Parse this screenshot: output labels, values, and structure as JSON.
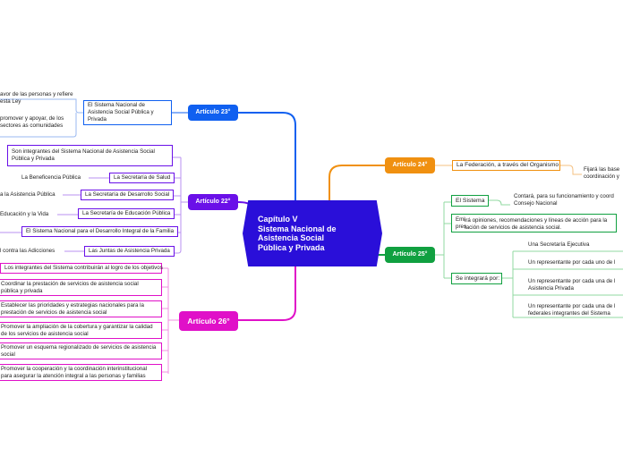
{
  "center": {
    "title": "Capítulo V\nSistema Nacional de\nAsistencia Social\nPública y Privada"
  },
  "art23": {
    "label": "Artículo 23°",
    "items": [
      "El Sistema Nacional de Asistencia Social Pública y Privada",
      "avor de las personas y refiere esta Ley",
      "promover y apoyar, de los sectores as comunidades"
    ]
  },
  "art22": {
    "label": "Artículo 22°",
    "heading": "Son integrantes del Sistema Nacional de Asistencia Social Pública y Privada",
    "items": [
      {
        "left": "La Beneficencia Pública",
        "right": "La Secretaría de Salud"
      },
      {
        "left": "a la Asistencia Pública",
        "right": "La Secretaría de Desarrollo Social"
      },
      {
        "left": "Educación y la Vida",
        "right": "La Secretaría de Educación Pública"
      },
      {
        "left": "",
        "right": "El Sistema Nacional para el Desarrollo Integral de la Familia"
      },
      {
        "left": "l contra las Adicciones",
        "right": "Las Juntas de Asistencia Privada"
      }
    ]
  },
  "art26": {
    "label": "Artículo 26°",
    "items": [
      "Los integrantes del Sistema contribuirán al logro de los objetivos",
      "Coordinar la prestación de servicios de asistencia social pública y privada",
      "Establecer las prioridades y estrategias nacionales para la prestación de servicios de asistencia social",
      "Promover la ampliación de la cobertura y garantizar la calidad de los servicios de asistencia social",
      "Promover un esquema regionalizado de servicios de asistencia social",
      "Promover la cooperación y la coordinación interinstitucional para asegurar la atención integral a las personas y familias"
    ]
  },
  "art24": {
    "label": "Artículo 24°",
    "item": "La Federación, a través del Organismo",
    "sub": "Fijará las base coordinación y"
  },
  "art25": {
    "label": "Artículo 25°",
    "sistema": "El Sistema",
    "sistema_desc": "Contará, para su funcionamiento y coord Consejo Nacional",
    "emite_a": "Emi",
    "emite_b": "pres",
    "emite_text": "irá opiniones, recomendaciones y líneas de acción para la tación de servicios de asistencia social.",
    "integrara": "Se integrará por:",
    "members": [
      "Una Secretaría Ejecutiva",
      "Un representante por cada uno de l",
      "Un representante por cada una de l Asistencia Privada",
      "Un representante por cada una de l federales integrantes del Sistema"
    ]
  },
  "colors": {
    "center": "#2a0fd9",
    "art23": "#1060f0",
    "art22": "#6a10e8",
    "art26": "#e010c8",
    "art24": "#f09010",
    "art25": "#10a040"
  }
}
